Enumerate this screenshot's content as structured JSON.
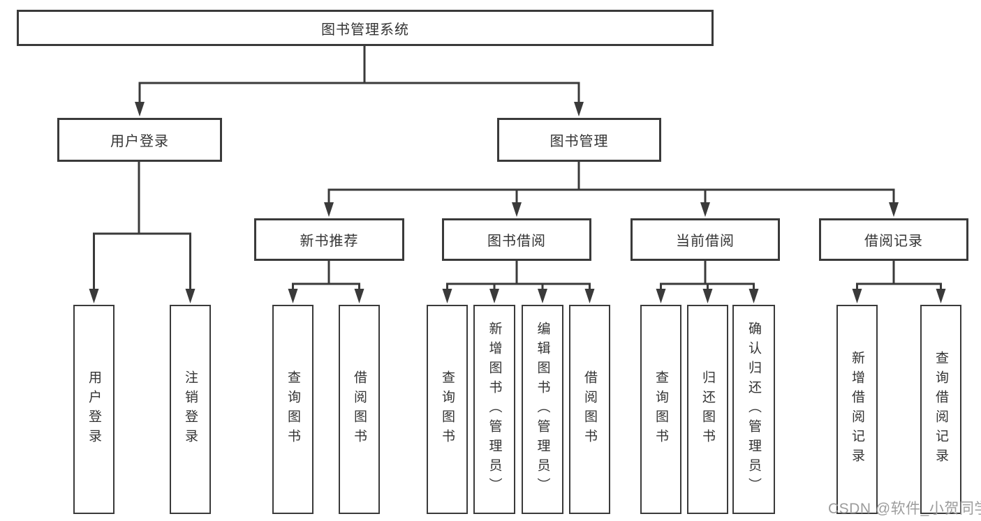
{
  "diagram": {
    "root": {
      "label": "图书管理系统"
    },
    "level2": [
      {
        "label": "用户登录"
      },
      {
        "label": "图书管理"
      }
    ],
    "level3": [
      {
        "label": "新书推荐"
      },
      {
        "label": "图书借阅"
      },
      {
        "label": "当前借阅"
      },
      {
        "label": "借阅记录"
      }
    ],
    "leaves": {
      "userLogin": [
        "用户登录",
        "注销登录"
      ],
      "newBook": [
        "查询图书",
        "借阅图书"
      ],
      "bookBorrow": [
        "查询图书",
        "新增图书（管理员）",
        "编辑图书（管理员）",
        "借阅图书"
      ],
      "currentBorrow": [
        "查询图书",
        "归还图书",
        "确认归还（管理员）"
      ],
      "borrowRecord": [
        "新增借阅记录",
        "查询借阅记录"
      ]
    }
  },
  "watermark": {
    "text": "CSDN @软件_小贺同学",
    "color": "#9c9c9c"
  },
  "colors": {
    "line": "#3a3a3a",
    "text": "#333333",
    "background": "#ffffff"
  }
}
